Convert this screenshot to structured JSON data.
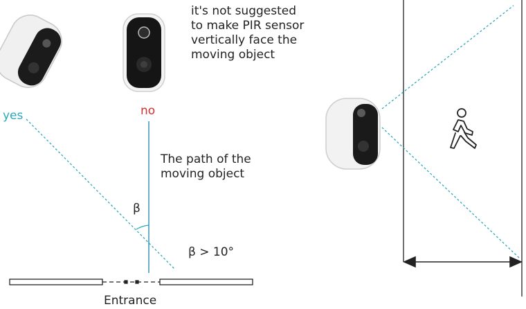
{
  "labels": {
    "note": "it's not suggested\nto make PIR sensor\nvertically face the\nmoving object",
    "yes": "yes",
    "no": "no",
    "path": "The path of the\nmoving object",
    "beta": "β",
    "beta_rule": "β > 10°",
    "entrance": "Entrance"
  },
  "colors": {
    "yes_line": "#2aa8b8",
    "no_text": "#d23030",
    "path_line": "#2a8fb0",
    "outline": "#222222"
  },
  "icons": {
    "camera_angled": "camera-side-view-icon",
    "camera_front": "camera-front-view-icon",
    "camera_room": "camera-side-view-icon",
    "walker": "walking-person-icon"
  }
}
